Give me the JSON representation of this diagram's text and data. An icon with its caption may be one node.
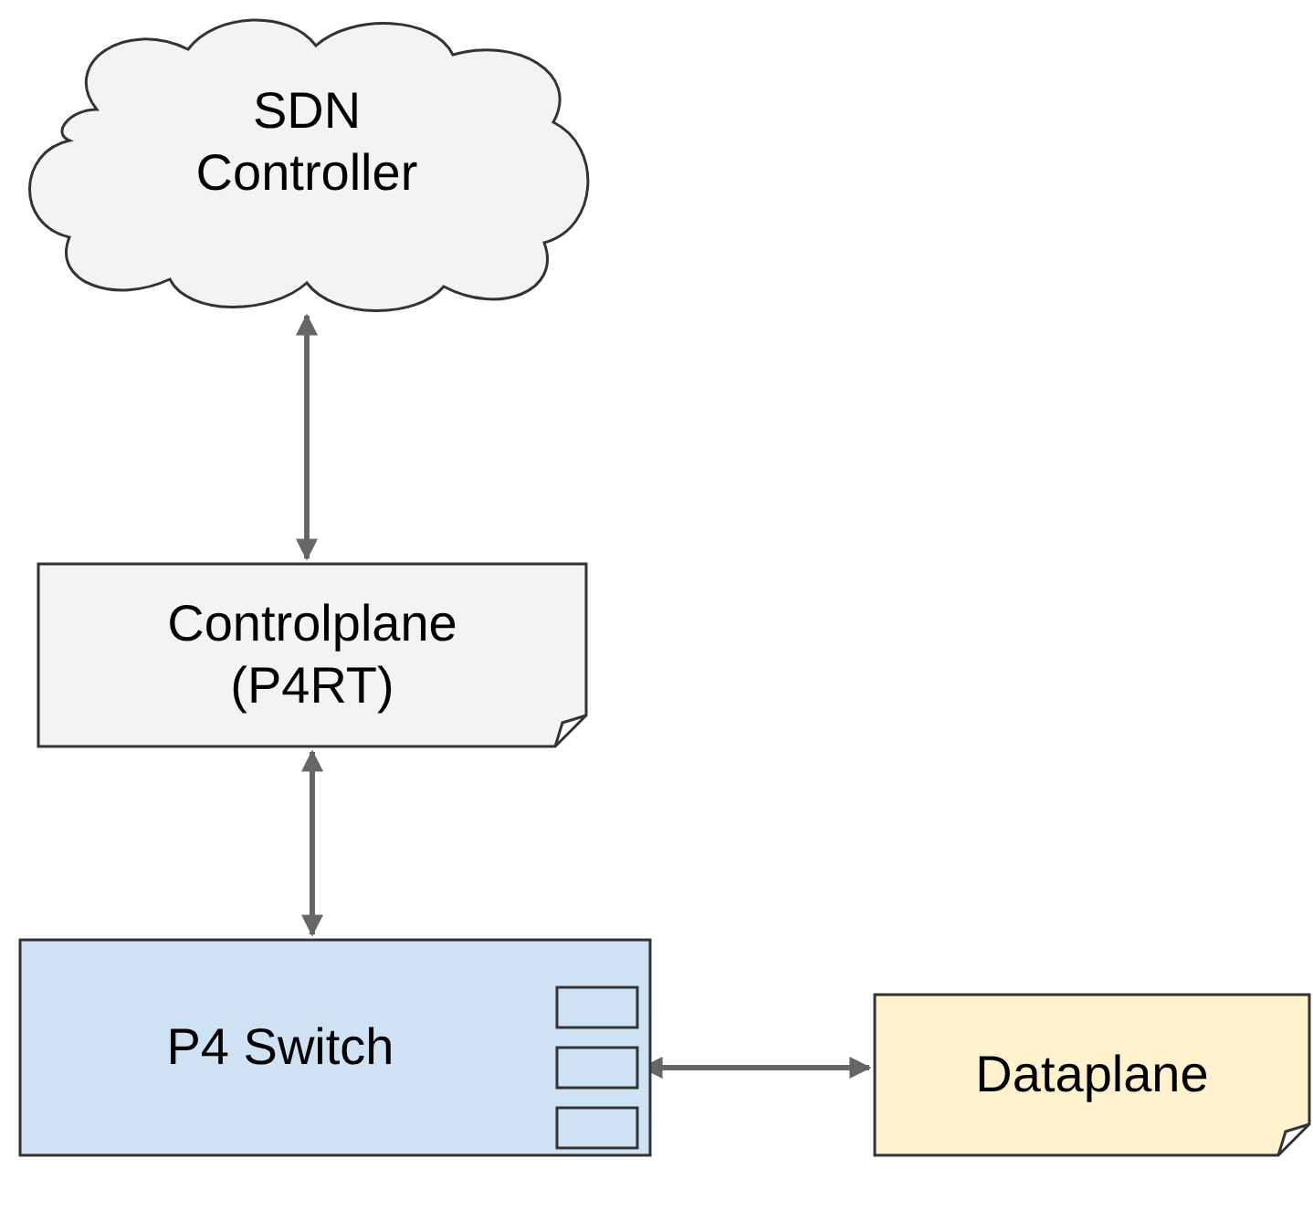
{
  "diagram": {
    "nodes": [
      {
        "text": [
          "SDN Controller"
        ]
      },
      {
        "text": [
          "Controlplane (P4RT)"
        ]
      },
      {
        "text": [
          "P4 Switch"
        ]
      },
      {
        "text": [],
        "shape": "box",
        "in": 2
      },
      {
        "text": [],
        "shape": "box",
        "in": 2
      },
      {
        "text": [],
        "shape": "box",
        "in": 2
      },
      {
        "text": [
          "Dataplane"
        ]
      }
    ],
    "edges": [
      {
        "from": 0,
        "to": 1,
        "arrow": "both"
      },
      {
        "from": 1,
        "to": 2,
        "arrow": "both"
      },
      {
        "from": 4,
        "to": 6,
        "arrow": "both"
      }
    ]
  }
}
